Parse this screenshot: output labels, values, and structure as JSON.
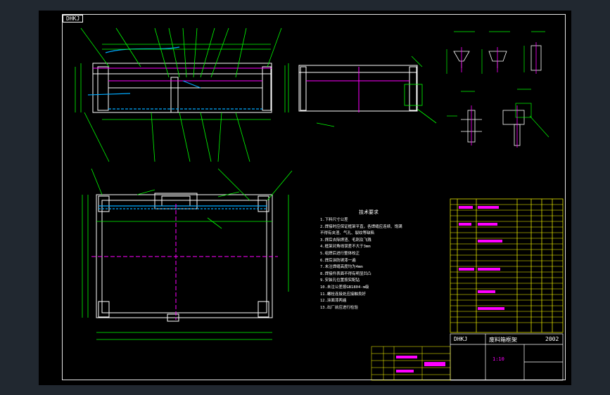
{
  "colors": {
    "window_bg": "#212830",
    "paper_bg": "#000000",
    "frame": "#e6e6e6",
    "outline": "#ffffff",
    "dimension": "#00ff00",
    "centerline": "#ff00ff",
    "leader": "#00aaff",
    "table": "#ffff00",
    "text_red": "#ff3030",
    "text_magenta": "#ff00ff"
  },
  "drawing": {
    "stamp": "DHKJ",
    "requirements_title": "技术要求",
    "requirements": [
      "1.下料尺寸公差",
      "2.焊接时应保证框架平直，各焊缝应连续、饱满",
      "   不得有夹渣、气孔、裂纹等缺陷",
      "3.焊后去除焊渣、毛刺及飞溅",
      "4.框架对角线误差不大于3mm",
      "5.组焊后进行整体校正",
      "6.焊后涂防锈漆一遍",
      "7.未注焊缝高度均为4mm",
      "8.焊接件表面不得有明显凹凸",
      "9.安装孔位置按实配钻",
      "10.未注公差按GB1804-m级",
      "11.螺栓连接处应接触良好",
      "12.涂面漆两遍",
      "13.出厂前应进行检验"
    ],
    "title_block": {
      "company": "DHKJ",
      "drawing_title": "废料箱框架",
      "code": "2002",
      "scale": "1:10"
    }
  }
}
